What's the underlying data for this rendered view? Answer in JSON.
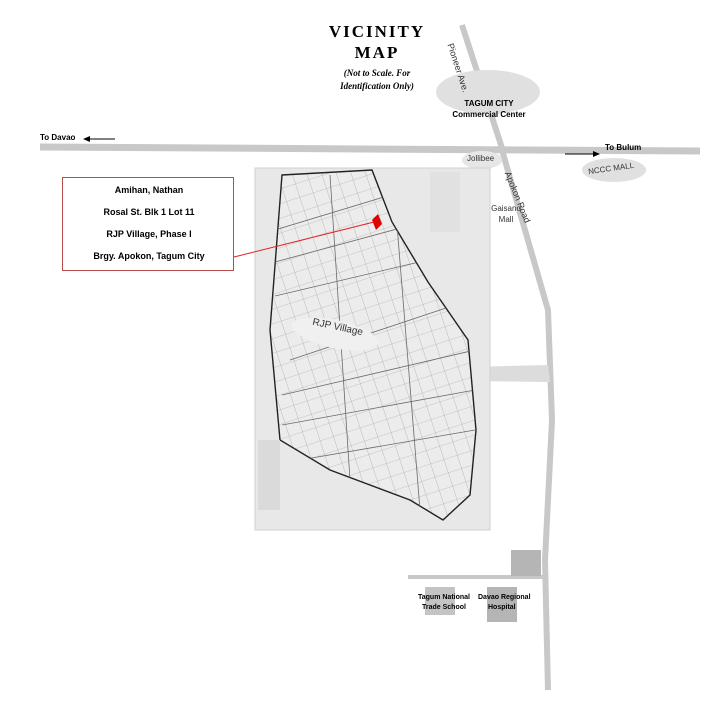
{
  "title": {
    "line1": "VICINITY",
    "line2": "MAP"
  },
  "subtitle": {
    "line1": "(Not to Scale. For",
    "line2": "Identification Only)"
  },
  "roads": {
    "pioneer": "Pioneer Ave.",
    "apokon": "Apokon Road",
    "to_davao": "To Davao",
    "to_bulum": "To Bulum"
  },
  "landmarks": {
    "commercial_line1": "TAGUM CITY",
    "commercial_line2": "Commercial Center",
    "jollibee": "Jollibee",
    "gaisano_line1": "Gaisano",
    "gaisano_line2": "Mall",
    "nccc": "NCCC MALL",
    "school_line1": "Tagum National",
    "school_line2": "Trade School",
    "hospital_line1": "Davao Regional",
    "hospital_line2": "Hospital"
  },
  "village_label": "RJP Village",
  "owner": {
    "name": "Amihan, Nathan",
    "address": "Rosal St. Blk 1 Lot 11",
    "village": "RJP Village,  Phase I",
    "barangay": "Brgy. Apokon, Tagum City"
  },
  "colors": {
    "road": "#c8c8c8",
    "leader_line": "#e02020",
    "lot_marker": "#e00000",
    "plan_paper": "#e6e6e6",
    "landmark_fill": "#e0e0e0",
    "building": "#b5b5b5"
  }
}
